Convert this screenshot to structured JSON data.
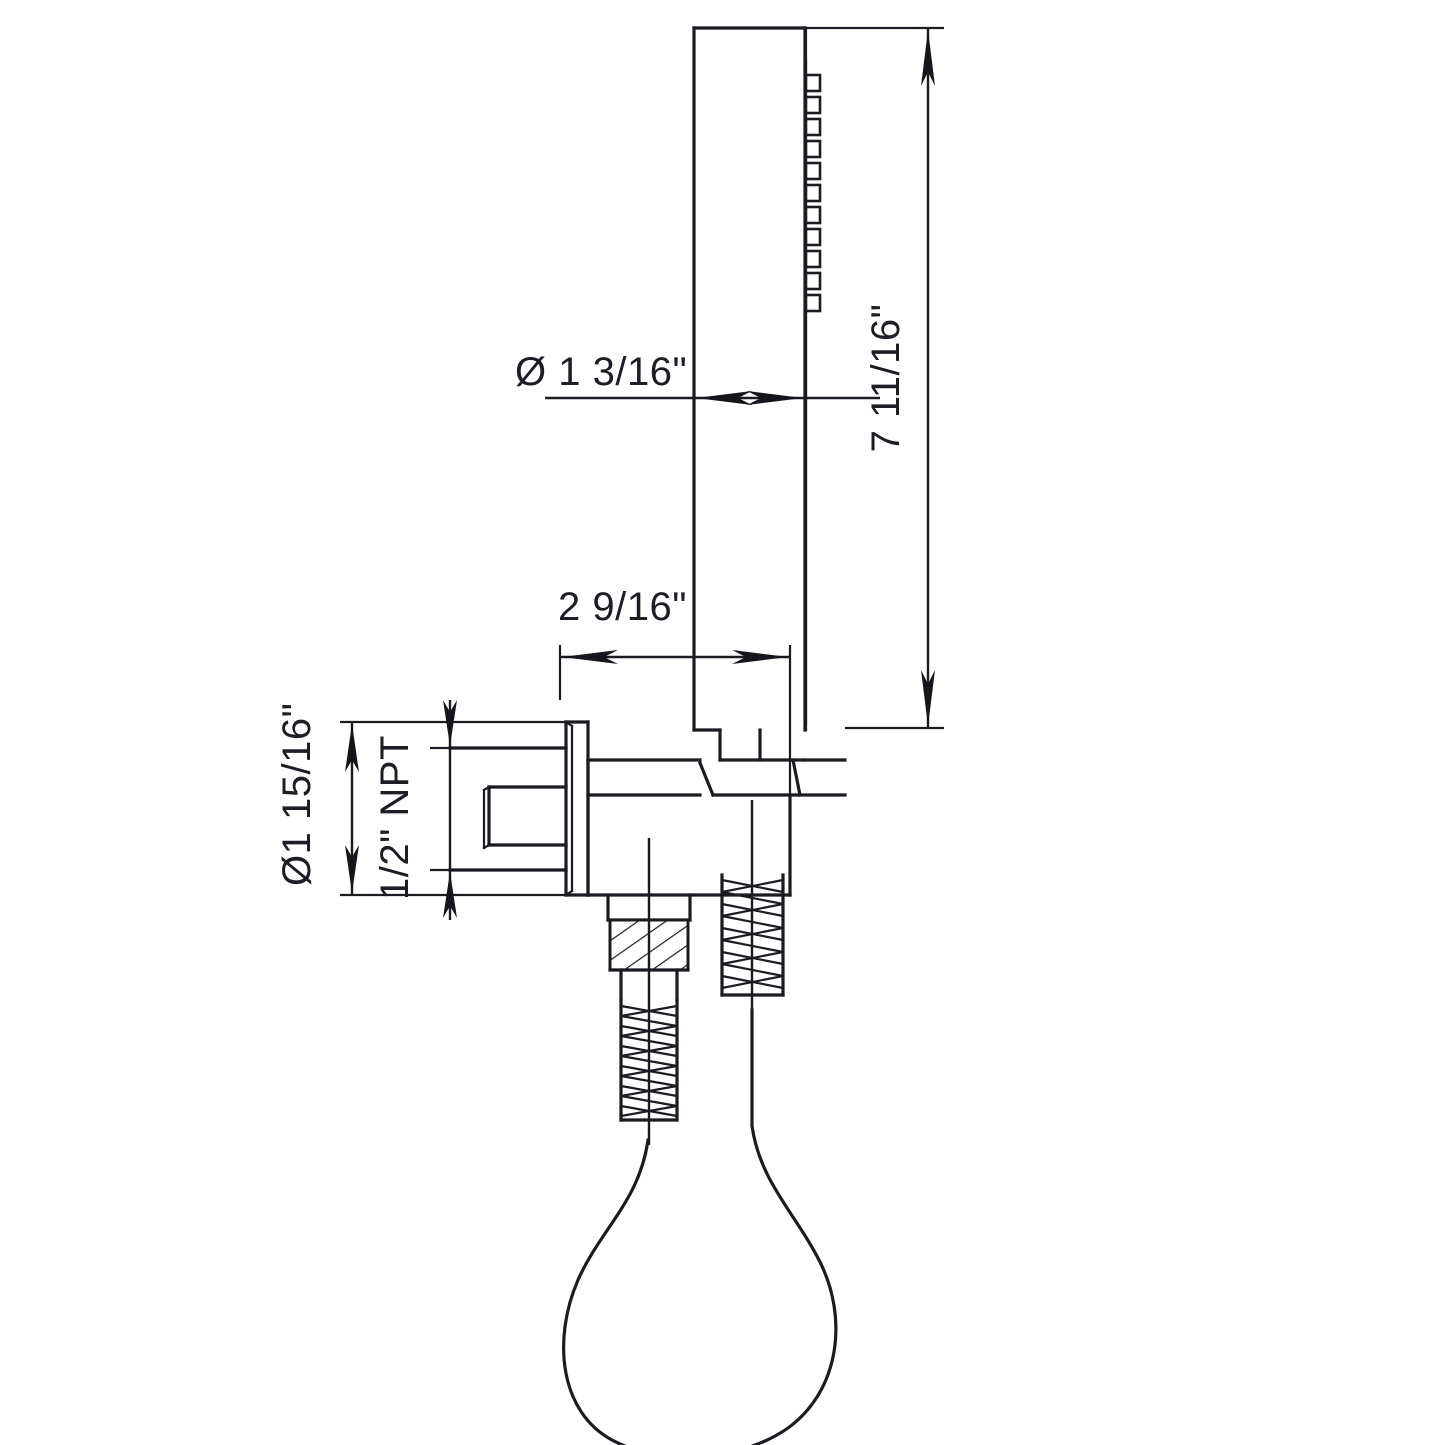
{
  "drawing": {
    "title": "Hand Shower Wand with Wall Supply Elbow and Hose",
    "background_color": "#ffffff",
    "line_color": "#1b1b22",
    "text_color": "#1d1d26",
    "units": "inches"
  },
  "dimensions": {
    "wand_length": {
      "label": "7 11/16\"",
      "orientation": "vertical",
      "position": "right",
      "measures": "overall wand body height"
    },
    "wand_diameter": {
      "label": "Ø 1 3/16\"",
      "orientation": "horizontal",
      "position": "upper-left",
      "measures": "wand body diameter"
    },
    "bracket_projection": {
      "label": "2 9/16\"",
      "orientation": "horizontal",
      "position": "middle-left",
      "measures": "wall bracket projection"
    },
    "flange_diameter": {
      "label": "Ø1 15/16\"",
      "orientation": "vertical",
      "position": "lower-left",
      "measures": "escutcheon flange diameter"
    },
    "inlet_thread": {
      "label": "1/2\" NPT",
      "orientation": "vertical",
      "position": "lower-left-inner",
      "measures": "wall supply inlet thread size"
    }
  },
  "components": {
    "wand": {
      "name": "hand shower wand",
      "nozzle_count": 11
    },
    "bracket": {
      "name": "wall supply elbow bracket"
    },
    "flange": {
      "name": "wall escutcheon flange"
    },
    "hose": {
      "name": "flexible shower hose"
    },
    "fitting_left": {
      "name": "knurled hose nut fitting"
    },
    "fitting_right": {
      "name": "threaded hose connector"
    }
  }
}
